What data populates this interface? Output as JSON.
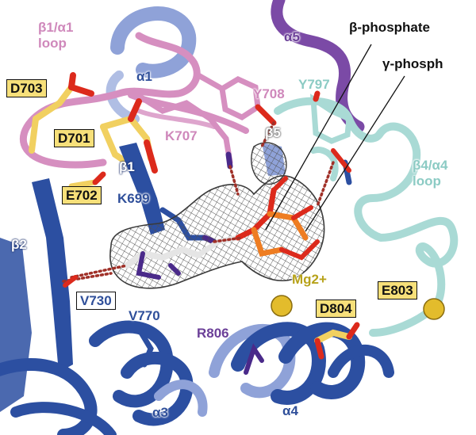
{
  "colors": {
    "pink_loop": "#d68fc0",
    "pink_label": "#cf88bb",
    "purple_helix": "#7b4aa6",
    "purple_label": "#6b3f98",
    "blue_strand": "#2c4fa1",
    "blue_label": "#2f4f9a",
    "light_blue": "#8fa2d8",
    "teal_loop": "#a9dad5",
    "teal_label": "#8ccbc4",
    "yellow_residue": "#f1d060",
    "yellow_box": "#f7e07a",
    "olive_label": "#b7a21a",
    "oxygen_red": "#dc2a1c",
    "phosphate_orange": "#ee7d22",
    "metal_gold": "#e3bc2c",
    "mesh_gray": "#505050"
  },
  "labels": {
    "b1a1_loop": [
      "β1/α1",
      "loop"
    ],
    "a5": "α5",
    "b_phosphate": "β-phosphate",
    "g_phosphate": "γ-phosph",
    "d703": "D703",
    "a1": "α1",
    "y708": "Y708",
    "y797": "Y797",
    "d701": "D701",
    "k707": "K707",
    "b5": "β5",
    "b4a4_loop": [
      "β4/α4",
      "loop"
    ],
    "b1": "β1",
    "e702": "E702",
    "k699": "K699",
    "b2": "β2",
    "mg2": "Mg2+",
    "e803": "E803",
    "v730": "V730",
    "d804": "D804",
    "v770": "V770",
    "r806": "R806",
    "a3": "α3",
    "a4": "α4"
  }
}
